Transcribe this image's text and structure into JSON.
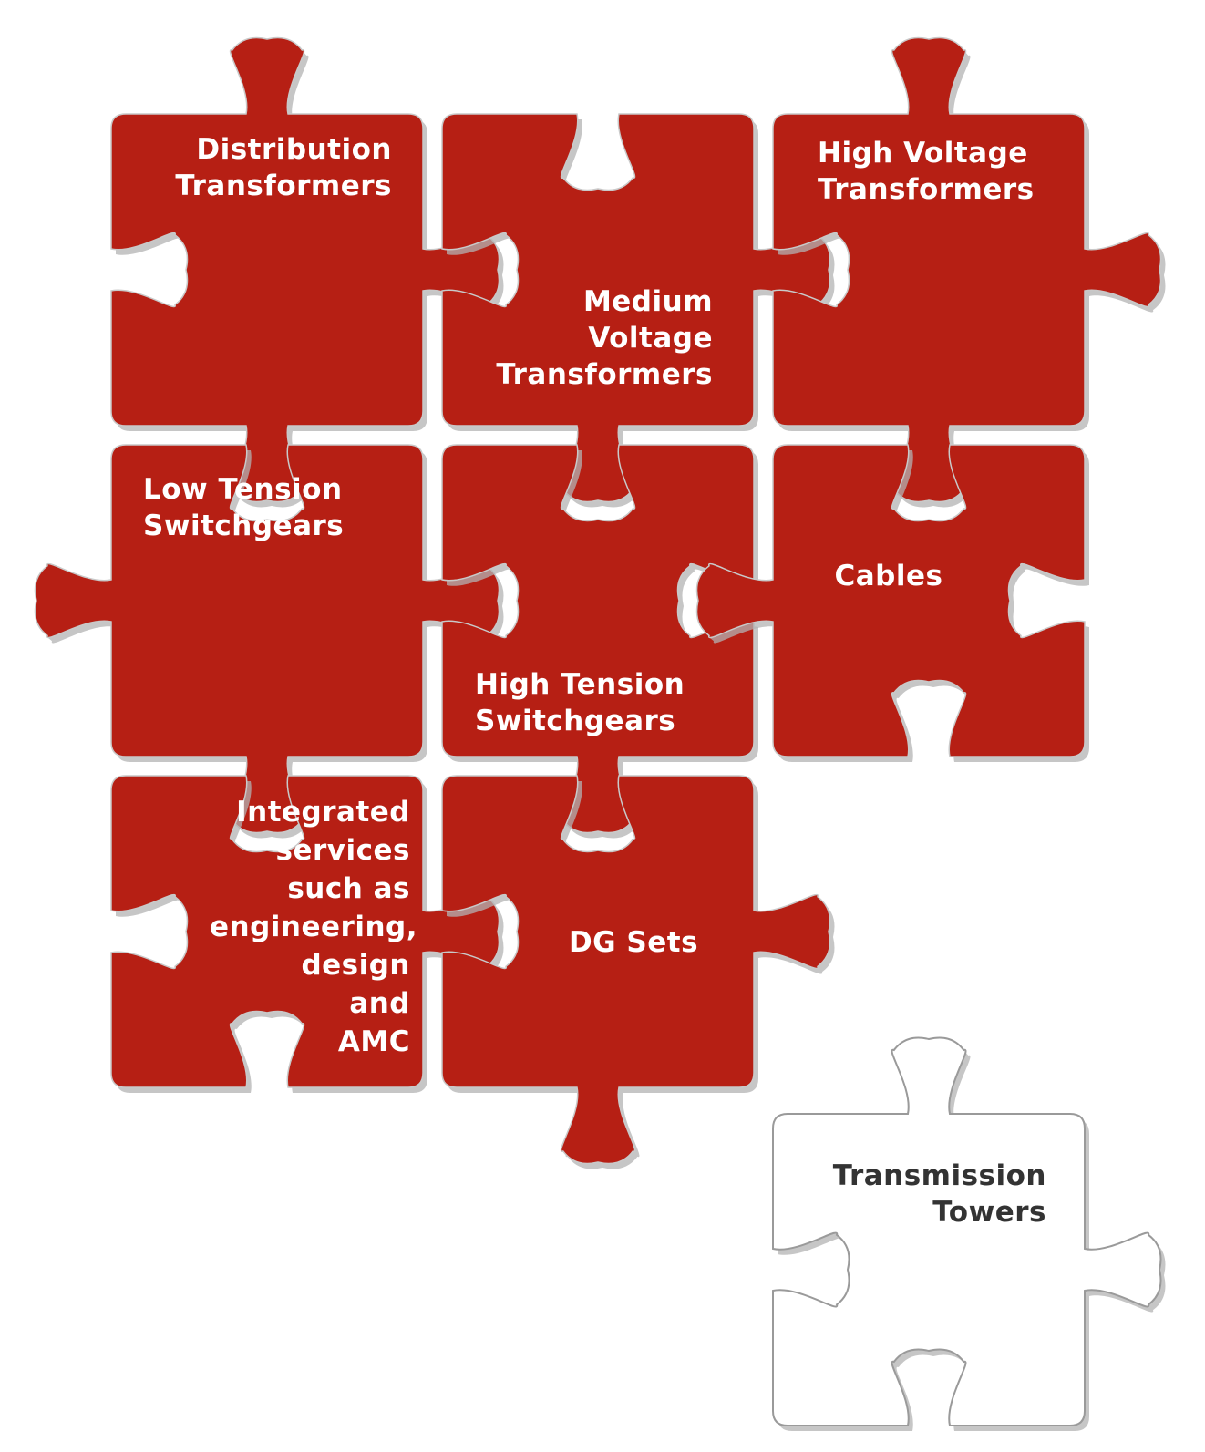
{
  "colors": {
    "piece_fill": "#b61f14",
    "piece_stroke": "#c9c9c9",
    "loose_piece_fill": "#ffffff",
    "loose_piece_stroke": "#9a9a9a",
    "light_text": "#ffffff",
    "dark_text": "#333333",
    "shadow": "#b3b3b3"
  },
  "pieces": [
    {
      "id": "distribution-transformers",
      "lines": [
        "Distribution",
        "Transformers"
      ]
    },
    {
      "id": "medium-voltage-transformers",
      "lines": [
        "Medium",
        "Voltage",
        "Transformers"
      ]
    },
    {
      "id": "high-voltage-transformers",
      "lines": [
        "High Voltage",
        "Transformers"
      ]
    },
    {
      "id": "low-tension-switchgears",
      "lines": [
        "Low Tension",
        "Switchgears"
      ]
    },
    {
      "id": "high-tension-switchgears",
      "lines": [
        "High Tension",
        "Switchgears"
      ]
    },
    {
      "id": "cables",
      "lines": [
        "Cables"
      ]
    },
    {
      "id": "integrated-services",
      "lines": [
        "Integrated",
        "services",
        "such as",
        "engineering,",
        "design",
        "and",
        "AMC"
      ]
    },
    {
      "id": "dg-sets",
      "lines": [
        "DG Sets"
      ]
    },
    {
      "id": "transmission-towers",
      "lines": [
        "Transmission",
        "Towers"
      ]
    }
  ]
}
